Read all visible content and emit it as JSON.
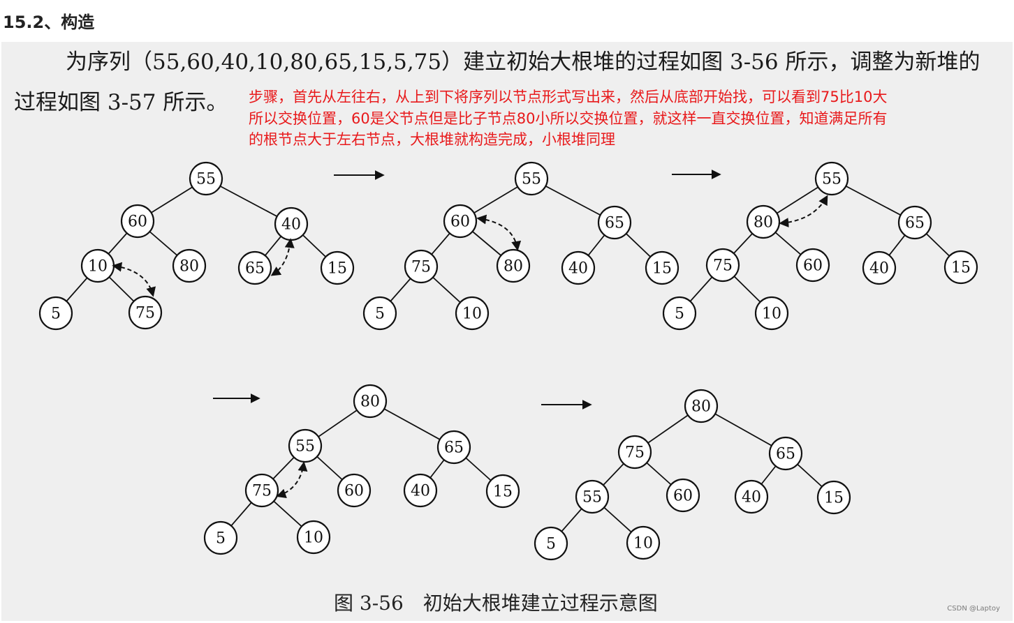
{
  "section_title": "15.2、构造",
  "book_text": {
    "line1": "为序列（55,60,40,10,80,65,15,5,75）建立初始大根堆的过程如图 3-56 所示，调整为新堆的",
    "line2": "过程如图 3-57 所示。"
  },
  "annotation": {
    "line1": "步骤，首先从左往右，从上到下将序列以节点形式写出来，然后从底部开始找，可以看到75比10大",
    "line2": "所以交换位置，60是父节点但是比子节点80小所以交换位置，就这样一直交换位置，知道满足所有",
    "line3": "的根节点大于左右节点，大根堆就构造完成，小根堆同理",
    "color": "#e8191b"
  },
  "figure_caption": "图 3-56　初始大根堆建立过程示意图",
  "credit": "CSDN @Laptoy",
  "colors": {
    "panel_background": "#efefef",
    "node_fill": "#ffffff",
    "stroke": "#111111"
  },
  "trees": [
    {
      "id": "step-1",
      "nodes": [
        "55",
        "60",
        "40",
        "10",
        "80",
        "65",
        "15",
        "5",
        "75"
      ],
      "swaps": [
        [
          "10",
          "75"
        ],
        [
          "40",
          "65"
        ]
      ]
    },
    {
      "id": "step-2",
      "nodes": [
        "55",
        "60",
        "65",
        "75",
        "80",
        "40",
        "15",
        "5",
        "10"
      ],
      "swaps": [
        [
          "60",
          "80"
        ]
      ]
    },
    {
      "id": "step-3",
      "nodes": [
        "55",
        "80",
        "65",
        "75",
        "60",
        "40",
        "15",
        "5",
        "10"
      ],
      "swaps": [
        [
          "55",
          "80"
        ]
      ]
    },
    {
      "id": "step-4",
      "nodes": [
        "80",
        "55",
        "65",
        "75",
        "60",
        "40",
        "15",
        "5",
        "10"
      ],
      "swaps": [
        [
          "55",
          "75"
        ]
      ]
    },
    {
      "id": "step-5",
      "nodes": [
        "80",
        "75",
        "65",
        "55",
        "60",
        "40",
        "15",
        "5",
        "10"
      ],
      "swaps": []
    }
  ]
}
